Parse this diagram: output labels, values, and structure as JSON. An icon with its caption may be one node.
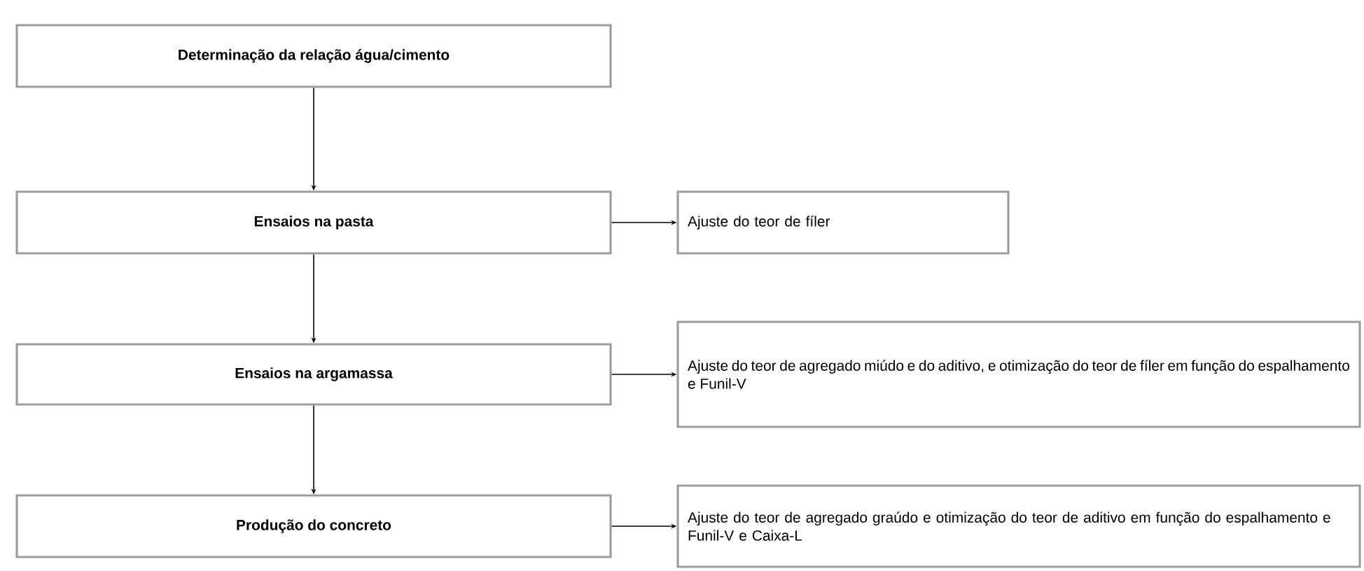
{
  "diagram": {
    "nodes": [
      {
        "text": [
          "Determinação da relação água/cimento"
        ]
      },
      {
        "text": [
          "Ensaios na pasta"
        ]
      },
      {
        "text": [
          "Ensaios na argamassa"
        ]
      },
      {
        "text": [
          "Produção do concreto"
        ]
      },
      {
        "text": [
          "Ajuste do teor de fíler"
        ]
      },
      {
        "text": [
          "Ajuste do teor de agregado miúdo e do aditivo, e otimização do teor de fíler em função do espalhamento e Funil-V"
        ]
      },
      {
        "text": [
          "Ajuste do teor de agregado graúdo e otimização do teor de aditivo em função do espalhamento e Funil-V e Caixa-L"
        ]
      }
    ],
    "edges": [
      {
        "from": 0,
        "to": 1,
        "arrow": "to"
      },
      {
        "from": 1,
        "to": 2,
        "arrow": "to"
      },
      {
        "from": 2,
        "to": 3,
        "arrow": "to"
      },
      {
        "from": 1,
        "to": 4,
        "arrow": "to"
      },
      {
        "from": 2,
        "to": 5,
        "arrow": "to"
      },
      {
        "from": 3,
        "to": 6,
        "arrow": "to"
      }
    ]
  }
}
